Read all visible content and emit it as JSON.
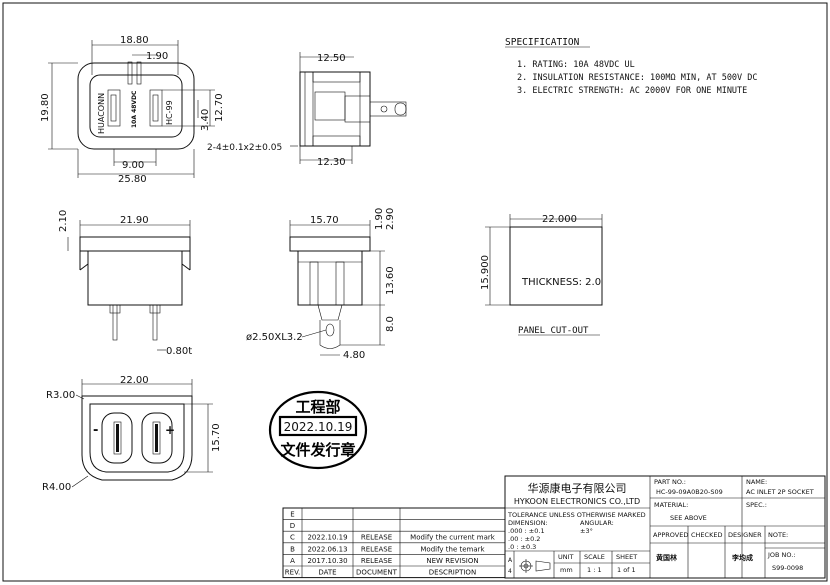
{
  "specification": {
    "title": "SPECIFICATION",
    "items": [
      "1. RATING: 10A 48VDC  UL",
      "2. INSULATION RESISTANCE: 100MΩ MIN, AT 500V DC",
      "3. ELECTRIC STRENGTH: AC 2000V FOR ONE MINUTE"
    ]
  },
  "front_view": {
    "dims": {
      "w_outer": "18.80",
      "w_inner": "1.90",
      "h_outer": "19.80",
      "h_inner": "12.70",
      "slot": "3.40",
      "w_bottom": "9.00",
      "w_total": "25.80",
      "pins": "2-4±0.1x2±0.05"
    },
    "labels": {
      "left": "HUACONN",
      "mid": "10A 48VDC",
      "right": "HC-99"
    }
  },
  "side_view_top": {
    "dims": {
      "top": "12.50",
      "bottom": "12.30"
    }
  },
  "bottom_left_view": {
    "dims": {
      "width": "21.90",
      "height": "2.10"
    }
  },
  "bottom_mid_view": {
    "dims": {
      "width": "15.70",
      "d1": "1.90",
      "d2": "2.90",
      "h": "13.60",
      "pin": "8.0",
      "hole": "ø2.50XL3.2",
      "base": "4.80"
    }
  },
  "pin_thickness": "0.80t",
  "panel_cutout": {
    "width": "22.000",
    "height": "15.900",
    "thickness": "THICKNESS: 2.0",
    "label": "PANEL CUT-OUT"
  },
  "face_view": {
    "dims": {
      "width": "22.00",
      "height": "15.70",
      "r1": "R3.00",
      "r2": "R4.00"
    },
    "minus": "-",
    "plus": "+"
  },
  "stamp": {
    "top": "工程部",
    "date": "2022.10.19",
    "bottom": "文件发行章"
  },
  "revisions": {
    "headers": [
      "REV.",
      "DATE",
      "DOCUMENT",
      "DESCRIPTION"
    ],
    "rows": [
      {
        "rev": "E",
        "date": "",
        "doc": "",
        "desc": ""
      },
      {
        "rev": "D",
        "date": "",
        "doc": "",
        "desc": ""
      },
      {
        "rev": "C",
        "date": "2022.10.19",
        "doc": "RELEASE",
        "desc": "Modify the current mark"
      },
      {
        "rev": "B",
        "date": "2022.06.13",
        "doc": "RELEASE",
        "desc": "Modify the temark"
      },
      {
        "rev": "A",
        "date": "2017.10.30",
        "doc": "RELEASE",
        "desc": "NEW REVISION"
      }
    ]
  },
  "title_block": {
    "company_cn": "华源康电子有限公司",
    "company_en": "HYKOON ELECTRONICS CO.,LTD",
    "tolerance_title": "TOLERANCE UNLESS OTHERWISE MARKED",
    "dimension_label": "DIMENSION:",
    "angular_label": "ANGULAR:",
    "tol1": ".000 : ±0.1",
    "tol2": ".00  : ±0.2",
    "tol3": ".0   : ±0.3",
    "angular": "±3°",
    "part_no_label": "PART NO.:",
    "part_no": "HC-99-09A0B20-S09",
    "name_label": "NAME:",
    "name": "AC INLET 2P SOCKET",
    "material_label": "MATERIAL:",
    "material": "SEE ABOVE",
    "spec_label": "SPEC.:",
    "approved": "APPROVED",
    "checked": "CHECKED",
    "designer": "DESIGNER",
    "note": "NOTE:",
    "unit_label": "UNIT",
    "unit": "mm",
    "scale_label": "SCALE",
    "scale": "1 : 1",
    "sheet_label": "SHEET",
    "sheet": "1 of 1",
    "approver": "黄国林",
    "designer_name": "李均成",
    "job_label": "JOB NO.:",
    "job_no": "S99-0098"
  }
}
